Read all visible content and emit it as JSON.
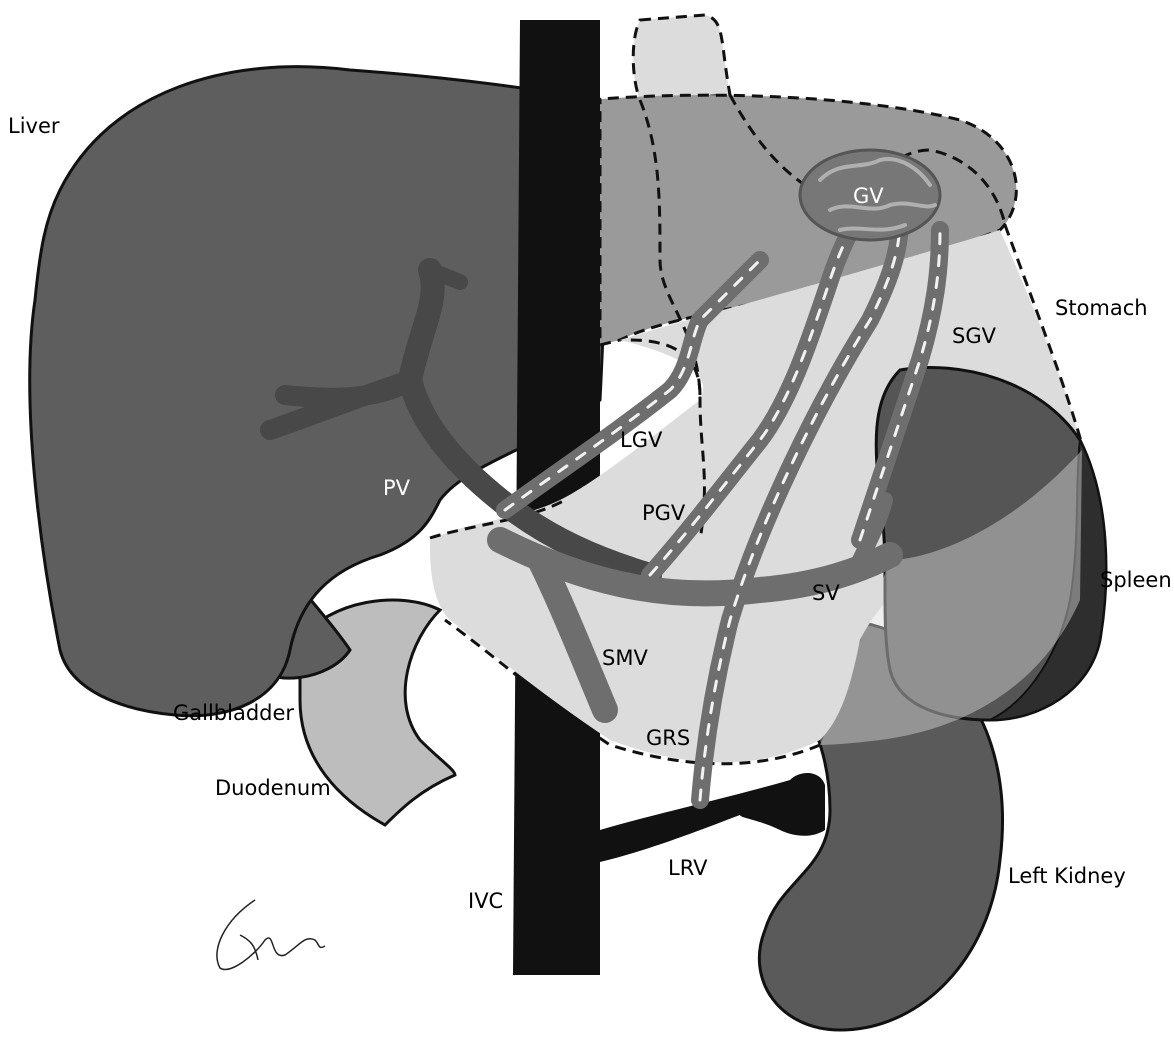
{
  "labels": {
    "liver": "Liver",
    "stomach": "Stomach",
    "spleen": "Spleen",
    "gallbladder": "Gallbladder",
    "duodenum": "Duodenum",
    "left_kidney": "Left Kidney",
    "ivc": "IVC",
    "lrv": "LRV",
    "pv": "PV",
    "lgv": "LGV",
    "pgv": "PGV",
    "sgv": "SGV",
    "sv": "SV",
    "smv": "SMV",
    "grs": "GRS",
    "gv": "GV"
  },
  "colors": {
    "liver": "#5e5e5e",
    "spleen": "#555555",
    "spleen_edge": "#2e2e2e",
    "kidney": "#5a5a5a",
    "ivc": "#111111",
    "vessel": "#6e6e6e",
    "stomach_shade": "#9a9a9a",
    "stomach_light": "#dcdcdc",
    "duodenum": "#bdbdbd"
  },
  "signature": "artist signature"
}
